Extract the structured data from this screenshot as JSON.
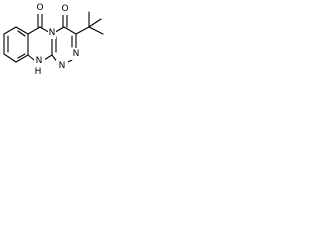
{
  "structure": {
    "atoms": {
      "o_top": "O",
      "o_right": "O",
      "n_bridge": "N",
      "n_right_1": "N",
      "n_right_2": "N",
      "nh_bottom": "N",
      "h_bottom": "H"
    },
    "colors": {
      "ink": "#000000",
      "background": "#ffffff"
    }
  }
}
